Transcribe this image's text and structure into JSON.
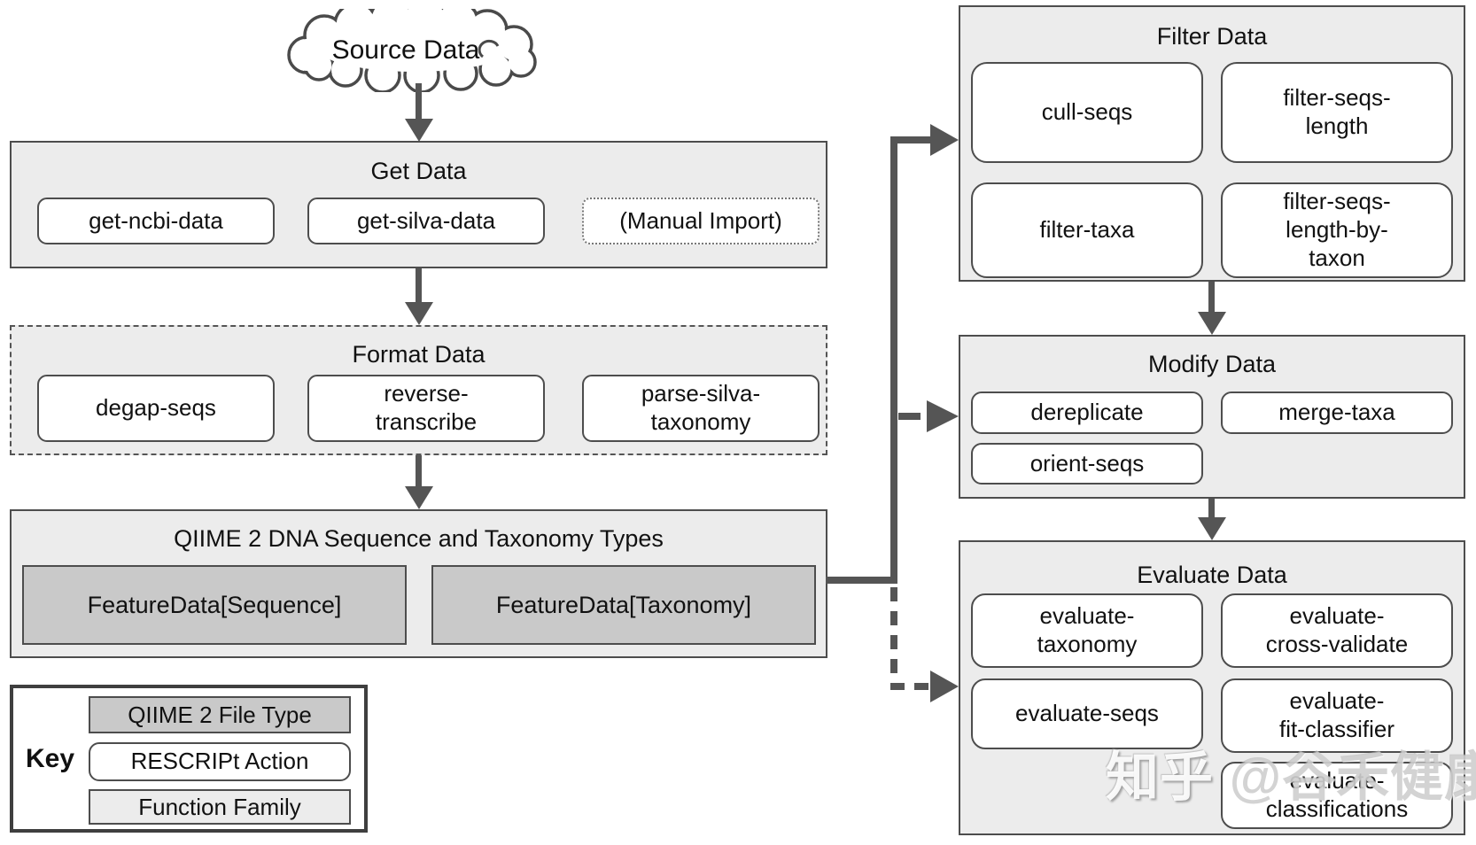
{
  "colors": {
    "section_bg": "#ececec",
    "dark_fill": "#c9c9c9",
    "border": "#4d4d4d",
    "arrow": "#555555",
    "action_bg": "#ffffff"
  },
  "cloud": {
    "label": "Source Data"
  },
  "get_data": {
    "title": "Get Data",
    "items": {
      "ncbi": "get-ncbi-data",
      "silva": "get-silva-data",
      "manual": "(Manual Import)"
    }
  },
  "format_data": {
    "title": "Format Data",
    "items": {
      "degap": "degap-seqs",
      "reverse": "reverse-\ntranscribe",
      "parse": "parse-silva-\ntaxonomy"
    }
  },
  "qiime_types": {
    "title": "QIIME 2 DNA Sequence and Taxonomy Types",
    "items": {
      "sequence": "FeatureData[Sequence]",
      "taxonomy": "FeatureData[Taxonomy]"
    }
  },
  "key": {
    "label": "Key",
    "items": {
      "filetype": "QIIME 2 File Type",
      "action": "RESCRIPt Action",
      "family": "Function Family"
    }
  },
  "filter_data": {
    "title": "Filter Data",
    "items": {
      "cull": "cull-seqs",
      "seqs_length": "filter-seqs-\nlength",
      "taxa": "filter-taxa",
      "seqs_length_by_taxon": "filter-seqs-\nlength-by-\ntaxon"
    }
  },
  "modify_data": {
    "title": "Modify Data",
    "items": {
      "dereplicate": "dereplicate",
      "merge": "merge-taxa",
      "orient": "orient-seqs"
    }
  },
  "evaluate_data": {
    "title": "Evaluate Data",
    "items": {
      "taxonomy": "evaluate-\ntaxonomy",
      "cross_validate": "evaluate-\ncross-validate",
      "seqs": "evaluate-seqs",
      "fit_classifier": "evaluate-\nfit-classifier",
      "classifications": "evaluate-\nclassifications"
    }
  },
  "watermark": {
    "brand": "知乎",
    "handle": "@谷禾健康"
  }
}
